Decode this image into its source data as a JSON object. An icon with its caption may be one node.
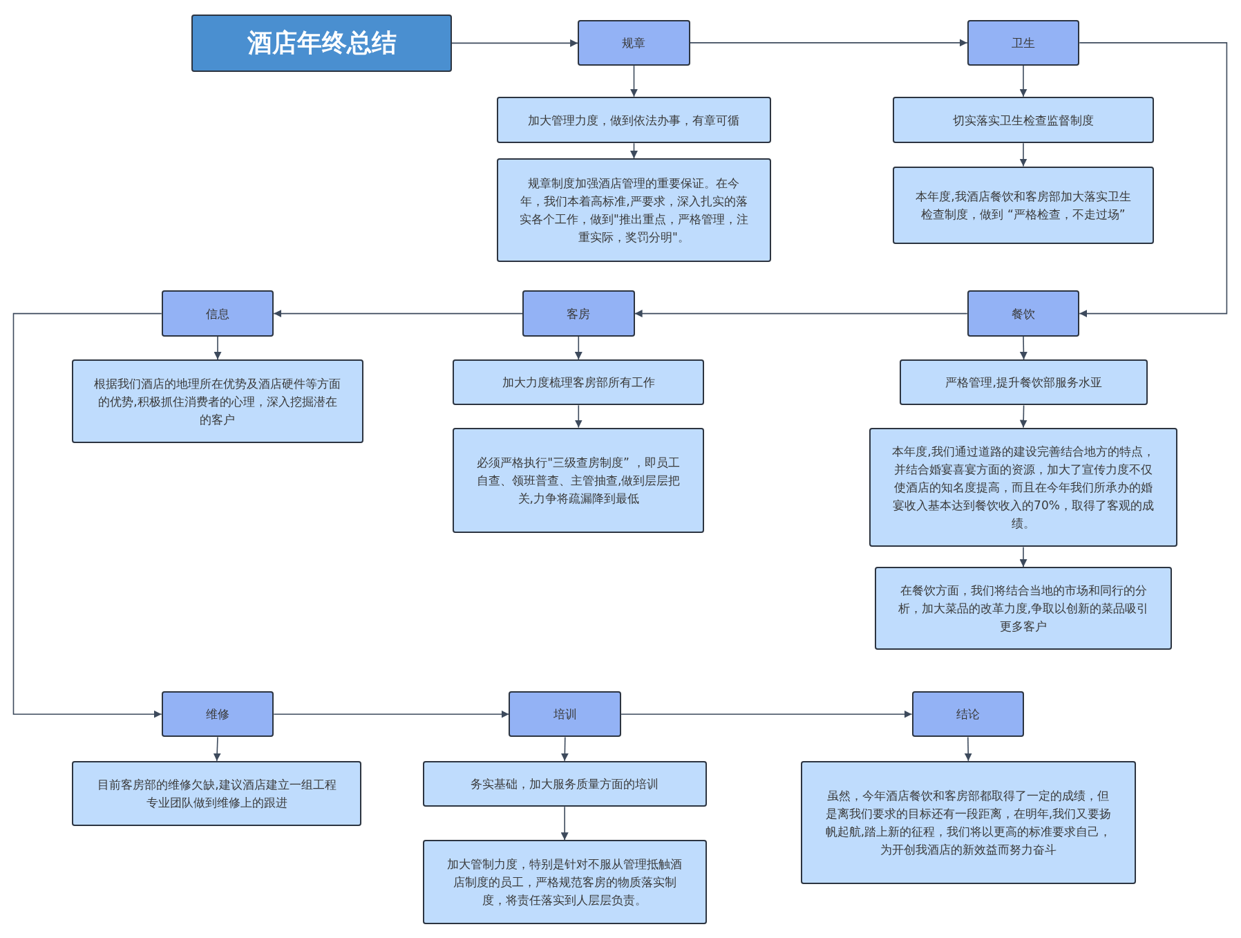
{
  "diagram": {
    "nodes": [
      {
        "text": [
          "酒店年终总结"
        ]
      },
      {
        "text": [
          "规章"
        ]
      },
      {
        "text": [
          "加大管理力度，做到依法办事，有章可循"
        ]
      },
      {
        "text": [
          "规章制度加强酒店管理的重要保证。在今年，我们本着高标准,严要求，深入扎实的落实各个工作，做到\"推出重点，严格管理，注重实际，奖罚分明\"。"
        ]
      },
      {
        "text": [
          "卫生"
        ]
      },
      {
        "text": [
          "切实落实卫生检查监督制度"
        ]
      },
      {
        "text": [
          "本年度,我酒店餐饮和客房部加大落实卫生检查制度，做到 “严格检查，不走过场”"
        ]
      },
      {
        "text": [
          "餐饮"
        ]
      },
      {
        "text": [
          "严格管理,提升餐饮部服务水亚"
        ]
      },
      {
        "text": [
          "本年度,我们通过道路的建设完善结合地方的特点，并结合婚宴喜宴方面的资源，加大了宣传力度不仅使酒店的知名度提高，而且在今年我们所承办的婚宴收入基本达到餐饮收入的70%，取得了客观的成绩。"
        ]
      },
      {
        "text": [
          "在餐饮方面，我们将结合当地的市场和同行的分析，加大菜品的改革力度,争取以创新的菜品吸引更多客户"
        ]
      },
      {
        "text": [
          "客房"
        ]
      },
      {
        "text": [
          "加大力度梳理客房部所有工作"
        ]
      },
      {
        "text": [
          "必须严格执行\"三级查房制度” ，即员工自查、领班普查、主管抽查,做到层层把关,力争将疏漏降到最低"
        ]
      },
      {
        "text": [
          "信息"
        ]
      },
      {
        "text": [
          "根据我们酒店的地理所在优势及酒店硬件等方面的优势,积极抓住消费者的心理，深入挖掘潜在的客户"
        ]
      },
      {
        "text": [
          "维修"
        ]
      },
      {
        "text": [
          "目前客房部的维修欠缺,建议酒店建立一组工程专业团队做到维修上的跟进"
        ]
      },
      {
        "text": [
          "培训"
        ]
      },
      {
        "text": [
          "务实基础，加大服务质量方面的培训"
        ]
      },
      {
        "text": [
          "加大管制力度，特别是针对不服从管理抵触酒店制度的员工，严格规范客房的物质落实制度，将责任落实到人层层负责。"
        ]
      },
      {
        "text": [
          "结论"
        ]
      },
      {
        "text": [
          "虽然，今年酒店餐饮和客房部都取得了一定的成绩，但是离我们要求的目标还有一段距离，在明年,我们又要扬帆起航,踏上新的征程，我们将以更高的标准要求自己，为开创我酒店的新效益而努力奋斗"
        ]
      }
    ],
    "edges": [
      {
        "from": 0,
        "to": 1,
        "arrow": "to"
      },
      {
        "from": 1,
        "to": 4,
        "arrow": "to"
      },
      {
        "from": 4,
        "to": 7,
        "arrow": "to"
      },
      {
        "from": 7,
        "to": 11,
        "arrow": "to"
      },
      {
        "from": 11,
        "to": 14,
        "arrow": "to"
      },
      {
        "from": 14,
        "to": 16,
        "arrow": "to"
      },
      {
        "from": 16,
        "to": 18,
        "arrow": "to"
      },
      {
        "from": 18,
        "to": 21,
        "arrow": "to"
      },
      {
        "from": 1,
        "to": 2,
        "arrow": "to"
      },
      {
        "from": 2,
        "to": 3,
        "arrow": "to"
      },
      {
        "from": 4,
        "to": 5,
        "arrow": "to"
      },
      {
        "from": 5,
        "to": 6,
        "arrow": "to"
      },
      {
        "from": 7,
        "to": 8,
        "arrow": "to"
      },
      {
        "from": 8,
        "to": 9,
        "arrow": "to"
      },
      {
        "from": 9,
        "to": 10,
        "arrow": "to"
      },
      {
        "from": 11,
        "to": 12,
        "arrow": "to"
      },
      {
        "from": 12,
        "to": 13,
        "arrow": "to"
      },
      {
        "from": 14,
        "to": 15,
        "arrow": "to"
      },
      {
        "from": 16,
        "to": 17,
        "arrow": "to"
      },
      {
        "from": 18,
        "to": 19,
        "arrow": "to"
      },
      {
        "from": 19,
        "to": 20,
        "arrow": "to"
      },
      {
        "from": 21,
        "to": 22,
        "arrow": "to"
      }
    ]
  }
}
